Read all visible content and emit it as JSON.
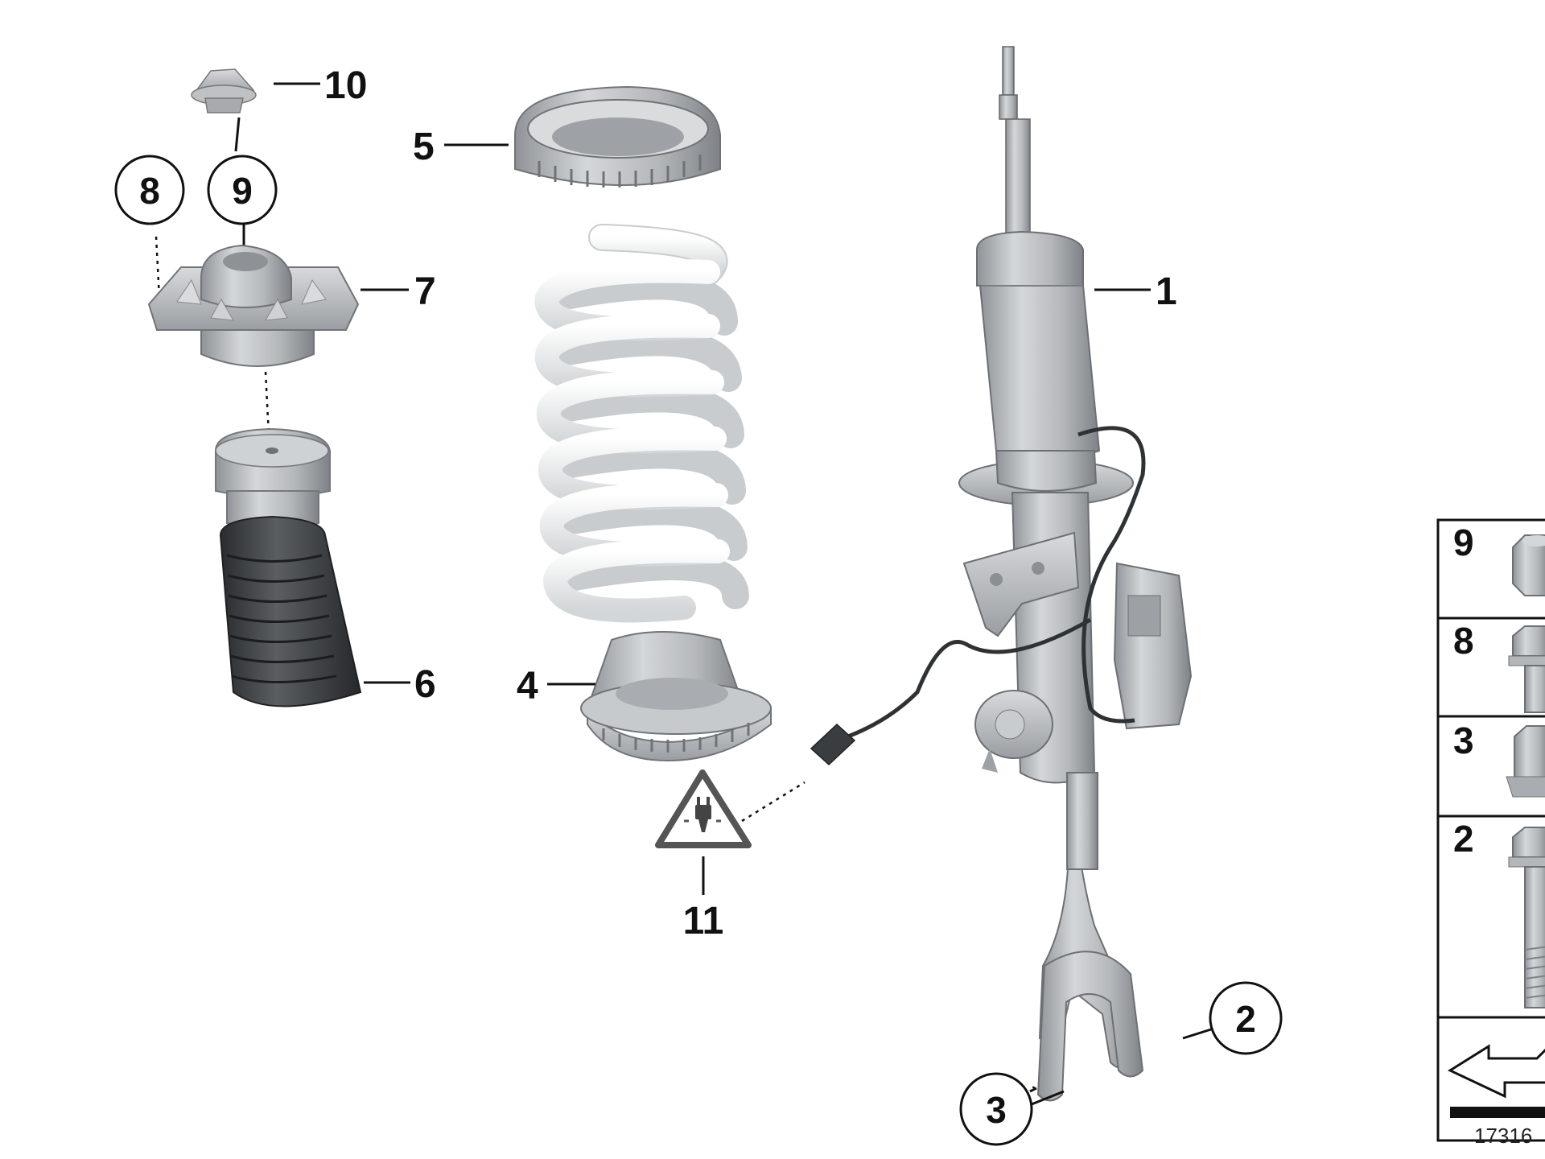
{
  "callouts": {
    "p1": "1",
    "p2": "2",
    "p3": "3",
    "p4": "4",
    "p5": "5",
    "p6": "6",
    "p7": "7",
    "p8": "8",
    "p9": "9",
    "p10": "10",
    "p11": "11"
  },
  "legend": {
    "rows": [
      "9",
      "8",
      "3",
      "2"
    ]
  },
  "reference_code": "17316",
  "icons": {
    "electrical": "plug-warning-triangle-icon",
    "direction": "direction-arrow-icon"
  },
  "colors": {
    "part_gray": "#b9bcbf",
    "part_dark": "#8a8e92",
    "bellows": "#3b3e41",
    "spring": "#eef0f1",
    "line": "#111111"
  }
}
